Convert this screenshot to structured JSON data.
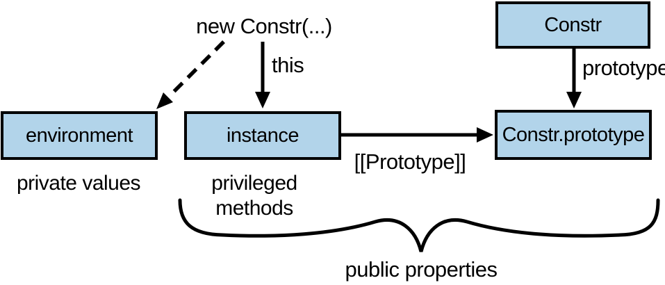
{
  "diagram": {
    "colors": {
      "box_fill": "#b2d4ea",
      "box_border": "#000000",
      "line": "#000000",
      "text": "#000000",
      "background": "#ffffff"
    },
    "expression": "new Constr(...)",
    "nodes": [
      {
        "id": "environment",
        "label": "environment"
      },
      {
        "id": "instance",
        "label": "instance"
      },
      {
        "id": "constr",
        "label": "Constr"
      },
      {
        "id": "constr-prototype",
        "label": "Constr.prototype"
      }
    ],
    "edges": [
      {
        "id": "new-to-environment",
        "style": "dashed",
        "label": ""
      },
      {
        "id": "new-to-instance",
        "style": "solid",
        "label": "this"
      },
      {
        "id": "constr-to-prototype",
        "style": "solid",
        "label": "prototype"
      },
      {
        "id": "instance-to-prototype",
        "style": "solid",
        "label": "[[Prototype]]"
      }
    ],
    "annotations": {
      "private_values": "private values",
      "privileged_methods": [
        "privileged",
        "methods"
      ],
      "public_properties": "public properties"
    }
  }
}
